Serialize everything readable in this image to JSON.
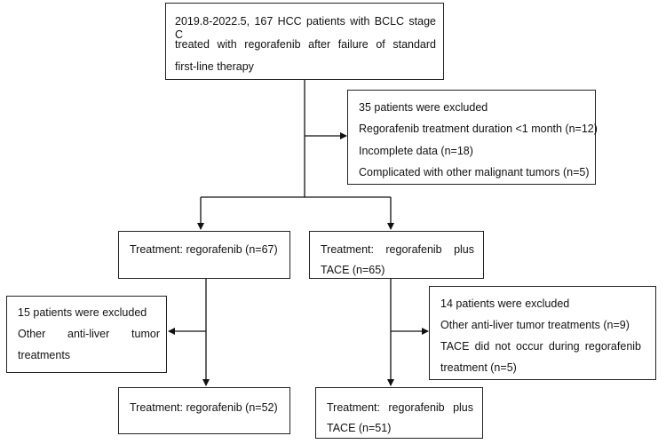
{
  "boxes": {
    "start": {
      "lines": [
        "2019.8-2022.5, 167 HCC patients with BCLC stage C",
        "treated with regorafenib after failure of standard",
        "first-line therapy"
      ]
    },
    "excluded_top": {
      "lines": [
        "35 patients were excluded",
        "Regorafenib treatment duration <1 month (n=12)",
        "Incomplete data (n=18)",
        "Complicated with other malignant tumors (n=5)"
      ]
    },
    "left_arm": {
      "lines": [
        "Treatment: regorafenib (n=67)"
      ]
    },
    "right_arm": {
      "lines": [
        "Treatment:  regorafenib  plus",
        "TACE (n=65)"
      ]
    },
    "excluded_left": {
      "lines": [
        "15 patients were excluded",
        "Other  anti-liver  tumor",
        "treatments"
      ]
    },
    "excluded_right": {
      "lines": [
        "14 patients were excluded",
        "Other anti-liver tumor treatments (n=9)",
        "TACE did not occur during regorafenib",
        "treatment (n=5)"
      ]
    },
    "left_final": {
      "lines": [
        "Treatment: regorafenib (n=52)"
      ]
    },
    "right_final": {
      "lines": [
        "Treatment:  regorafenib  plus",
        "TACE (n=51)"
      ]
    }
  }
}
